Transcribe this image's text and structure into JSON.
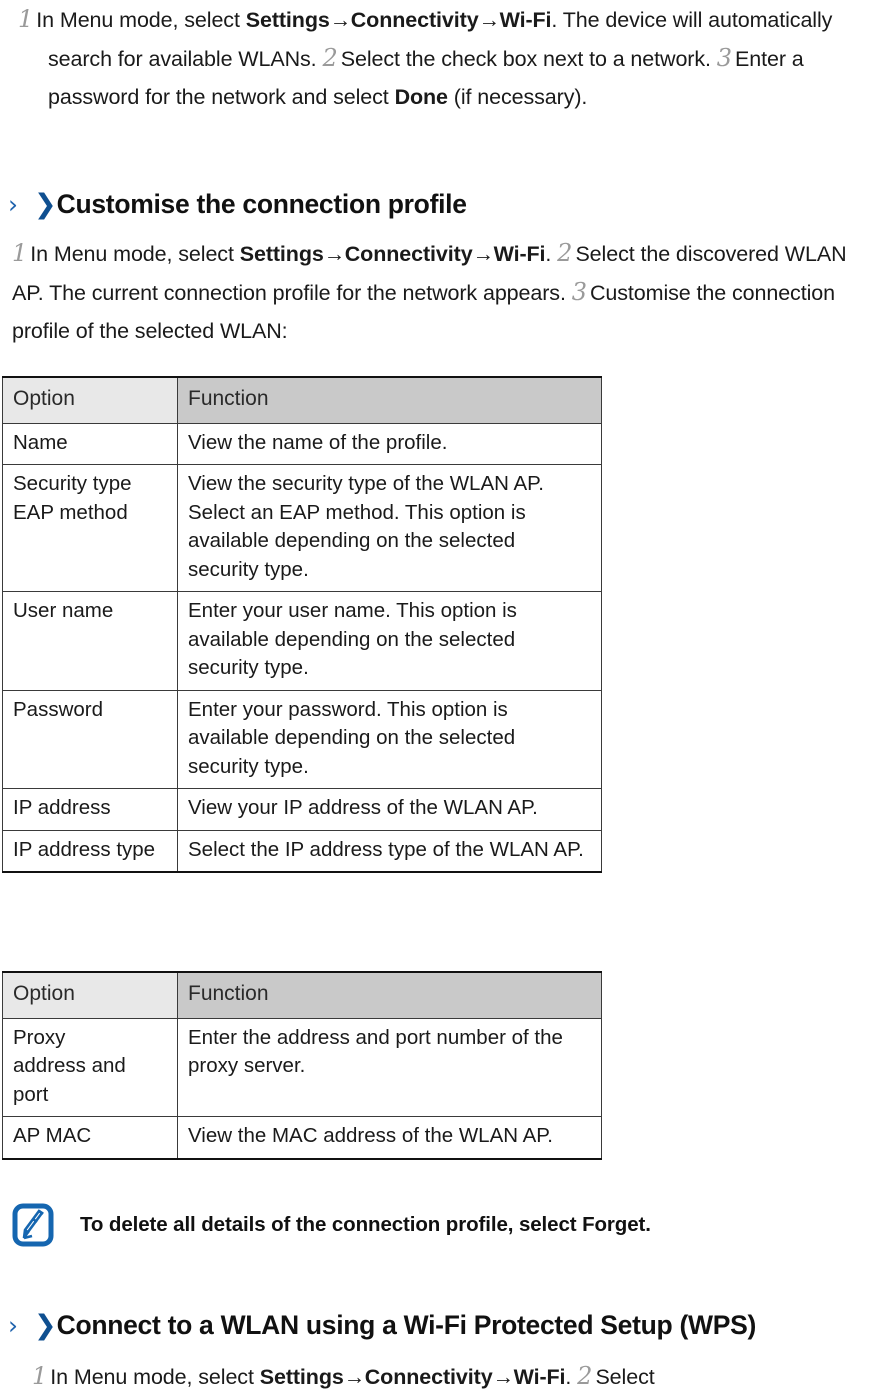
{
  "document": {
    "intro_steps": {
      "step1_num": "1",
      "step1_pre": "In Menu mode, select ",
      "step1_b1": "Settings",
      "arrow1": "→",
      "step1_b2": "Connectivity",
      "arrow2": "→",
      "step1_b3": "Wi-Fi",
      "step1_post": ". The device will automatically search for available WLANs. ",
      "step2_num": "2",
      "step2_text": "Select the check box next to a network. ",
      "step3_num": "3",
      "step3_pre": "Enter a password for the network and select ",
      "step3_b1": "Done",
      "step3_post": " (if necessary)."
    },
    "section1": {
      "chevron_thin": "›",
      "chevron_bold": "❯",
      "heading": "Customise the connection profile",
      "step1_num": "1",
      "step1_pre": "In Menu mode, select ",
      "step1_b1": "Settings",
      "arrow1": "→",
      "step1_b2": "Connectivity",
      "arrow2": "→",
      "step1_b3": "Wi-Fi",
      "step1_post": ". ",
      "step2_num": "2",
      "step2_text": "Select the discovered WLAN AP. The current connection profile for the network appears. ",
      "step3_num": "3",
      "step3_text": "Customise the connection profile of the selected WLAN:"
    },
    "table1": {
      "headers": [
        "Option",
        "Function"
      ],
      "rows": [
        {
          "option": "Name",
          "function": "View the name of the profile.",
          "option_align": "top"
        },
        {
          "option": "Security type EAP method",
          "function": "View the security type of the WLAN AP. Select an EAP method. This option is available depending on the selected security type.",
          "option_align": "top"
        },
        {
          "option": "User name",
          "function": "Enter your user name. This option is available depending on the selected security type.",
          "option_align": "middle"
        },
        {
          "option": "Password",
          "function": "Enter your password. This option is available depending on the selected security type.",
          "option_align": "middle"
        },
        {
          "option": "IP address",
          "function": "View your IP address of the WLAN AP.",
          "option_align": "middle"
        },
        {
          "option": "IP address type",
          "function": "Select the IP address type of the WLAN AP.",
          "option_align": "top"
        }
      ]
    },
    "table2": {
      "headers": [
        "Option",
        "Function"
      ],
      "rows": [
        {
          "option": "Proxy address and port",
          "function": "Enter the address and port number of the proxy server.",
          "option_align": "top"
        },
        {
          "option": "AP MAC",
          "function": "View the MAC address of the WLAN AP.",
          "option_align": "middle"
        }
      ]
    },
    "note": {
      "icon": "note-pen-icon",
      "icon_color": "#1566b0",
      "text_pre": "To delete all details of the connection profile, select ",
      "text_bold": "Forget",
      "text_post": "."
    },
    "section2": {
      "chevron_thin": "›",
      "chevron_bold": "❯",
      "heading": "Connect to a WLAN using a Wi-Fi Protected Setup (WPS)",
      "step1_num": "1",
      "step1_pre": "In Menu mode, select ",
      "step1_b1": "Settings",
      "arrow1": "→",
      "step1_b2": "Connectivity",
      "arrow2": "→",
      "step1_b3": "Wi-Fi",
      "step1_post": ". ",
      "step2_num": "2",
      "step2_text": "Select"
    }
  }
}
